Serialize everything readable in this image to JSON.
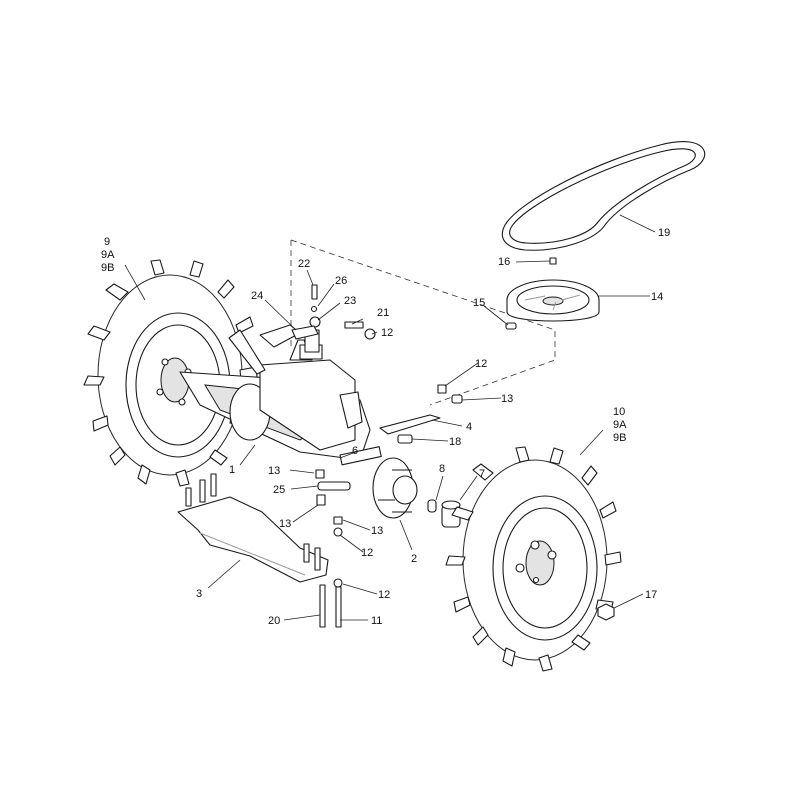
{
  "callouts": [
    {
      "id": "c-9",
      "text": "9"
    },
    {
      "id": "c-9a-l",
      "text": "9A"
    },
    {
      "id": "c-9b-l",
      "text": "9B"
    },
    {
      "id": "c-10",
      "text": "10"
    },
    {
      "id": "c-9a-r",
      "text": "9A"
    },
    {
      "id": "c-9b-r",
      "text": "9B"
    },
    {
      "id": "c-1",
      "text": "1"
    },
    {
      "id": "c-2",
      "text": "2"
    },
    {
      "id": "c-3",
      "text": "3"
    },
    {
      "id": "c-4",
      "text": "4"
    },
    {
      "id": "c-6",
      "text": "6"
    },
    {
      "id": "c-7",
      "text": "7"
    },
    {
      "id": "c-8",
      "text": "8"
    },
    {
      "id": "c-11",
      "text": "11"
    },
    {
      "id": "c-12a",
      "text": "12"
    },
    {
      "id": "c-12b",
      "text": "12"
    },
    {
      "id": "c-12c",
      "text": "12"
    },
    {
      "id": "c-12d",
      "text": "12"
    },
    {
      "id": "c-13a",
      "text": "13"
    },
    {
      "id": "c-13b",
      "text": "13"
    },
    {
      "id": "c-13c",
      "text": "13"
    },
    {
      "id": "c-13d",
      "text": "13"
    },
    {
      "id": "c-14",
      "text": "14"
    },
    {
      "id": "c-15",
      "text": "15"
    },
    {
      "id": "c-16",
      "text": "16"
    },
    {
      "id": "c-17",
      "text": "17"
    },
    {
      "id": "c-18",
      "text": "18"
    },
    {
      "id": "c-19",
      "text": "19"
    },
    {
      "id": "c-20",
      "text": "20"
    },
    {
      "id": "c-21",
      "text": "21"
    },
    {
      "id": "c-22",
      "text": "22"
    },
    {
      "id": "c-23",
      "text": "23"
    },
    {
      "id": "c-24",
      "text": "24"
    },
    {
      "id": "c-25",
      "text": "25"
    },
    {
      "id": "c-26",
      "text": "26"
    }
  ]
}
